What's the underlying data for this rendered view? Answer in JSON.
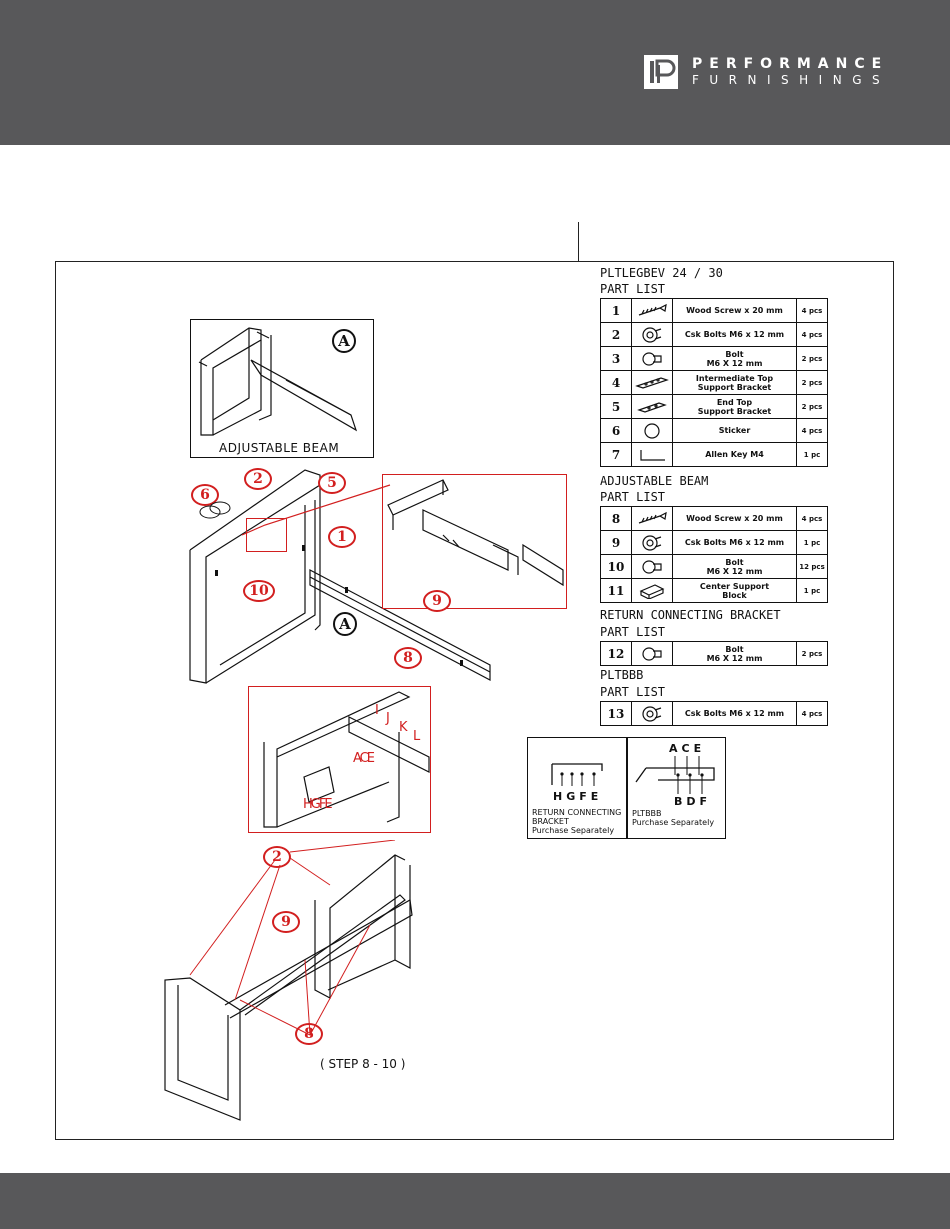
{
  "brand": {
    "line1": "PERFORMANCE",
    "line2": "FURNISHINGS",
    "color": "#58585a"
  },
  "titles": {
    "model": "PLTLEGBEV 24  / 30",
    "part_list": "PART LIST",
    "adjustable_beam": "ADJUSTABLE BEAM",
    "return_bracket": "RETURN CONNECTING BRACKET",
    "pltbbb": "PLTBBB"
  },
  "parts_main": [
    {
      "num": "1",
      "icon": "wood-screw-icon",
      "desc": "Wood Screw x 20 mm",
      "qty": "4 pcs"
    },
    {
      "num": "2",
      "icon": "csk-bolt-icon",
      "desc": "Csk Bolts M6 x 12 mm",
      "qty": "4 pcs"
    },
    {
      "num": "3",
      "icon": "bolt-icon",
      "desc": "Bolt\nM6 X 12 mm",
      "qty": "2 pcs"
    },
    {
      "num": "4",
      "icon": "bracket-icon",
      "desc": "Intermediate Top\nSupport Bracket",
      "qty": "2 pcs"
    },
    {
      "num": "5",
      "icon": "bracket-short-icon",
      "desc": "End Top\nSupport Bracket",
      "qty": "2 pcs"
    },
    {
      "num": "6",
      "icon": "sticker-icon",
      "desc": "Sticker",
      "qty": "4 pcs"
    },
    {
      "num": "7",
      "icon": "allen-key-icon",
      "desc": "Allen Key M4",
      "qty": "1 pc"
    }
  ],
  "parts_beam": [
    {
      "num": "8",
      "icon": "wood-screw-icon",
      "desc": "Wood Screw x 20 mm",
      "qty": "4 pcs"
    },
    {
      "num": "9",
      "icon": "csk-bolt-icon",
      "desc": "Csk Bolts M6 x 12 mm",
      "qty": "1 pc"
    },
    {
      "num": "10",
      "icon": "bolt-icon",
      "desc": "Bolt\nM6 X 12 mm",
      "qty": "12 pcs"
    },
    {
      "num": "11",
      "icon": "block-icon",
      "desc": "Center Support\nBlock",
      "qty": "1 pc"
    }
  ],
  "parts_return": [
    {
      "num": "12",
      "icon": "bolt-icon",
      "desc": "Bolt\nM6 X 12 mm",
      "qty": "2 pcs"
    }
  ],
  "parts_pltbbb": [
    {
      "num": "13",
      "icon": "csk-bolt-icon",
      "desc": "Csk Bolts M6 x 12 mm",
      "qty": "4 pcs"
    }
  ],
  "diagram": {
    "inset_label": "A",
    "inset_caption": "ADJUSTABLE BEAM",
    "callouts_top": [
      "2",
      "5",
      "6",
      "1",
      "10",
      "9",
      "8"
    ],
    "callout_A": "A",
    "detail_letters_top": [
      "I",
      "J",
      "K",
      "L"
    ],
    "detail_letters_ace": "ACE",
    "detail_letters_hgfe": "HGFE",
    "callouts_bottom": [
      "2",
      "9",
      "8"
    ],
    "step": "( STEP 8 - 10 )"
  },
  "purchase": {
    "left_letters": "HGFE",
    "left_caption": "RETURN CONNECTING\nBRACKET\nPurchase Separately",
    "right_top_letters": "ACE",
    "right_bottom_letters": "BDF",
    "right_caption": "PLTBBB\nPurchase Separately"
  },
  "colors": {
    "callout": "#d21f1f",
    "header": "#58585a"
  }
}
